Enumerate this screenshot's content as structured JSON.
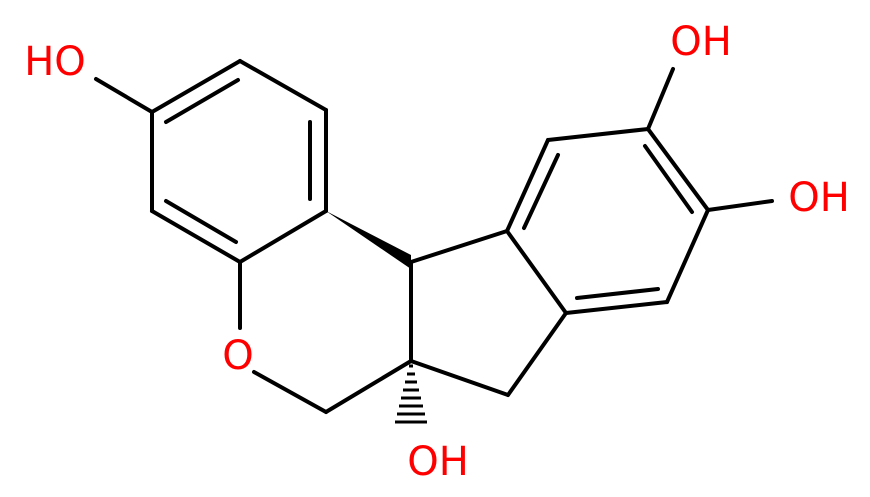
{
  "molecule": {
    "labels": {
      "oh_topleft": "HO",
      "oh_topright": "OH",
      "oh_right": "OH",
      "oh_bottom": "OH",
      "ring_oxygen": "O"
    },
    "colors": {
      "bond": "#000000",
      "oxygen": "#ff0000"
    }
  }
}
